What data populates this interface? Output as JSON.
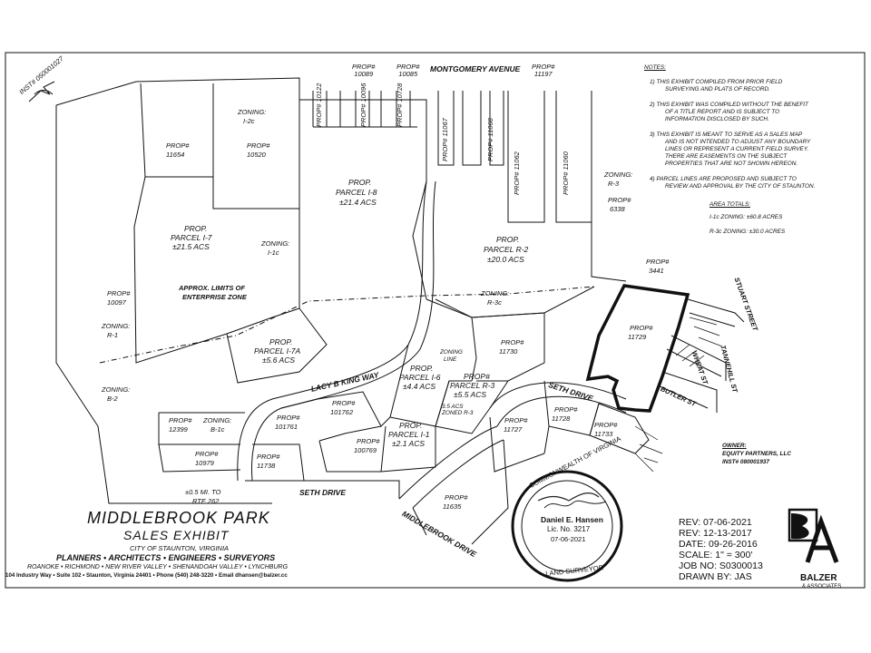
{
  "title": {
    "line1": "MIDDLEBROOK PARK",
    "line2": "SALES EXHIBIT",
    "city": "CITY OF STAUNTON, VIRGINIA"
  },
  "firm": {
    "services": "PLANNERS • ARCHITECTS • ENGINEERS • SURVEYORS",
    "offices": "ROANOKE • RICHMOND • NEW RIVER VALLEY • SHENANDOAH VALLEY • LYNCHBURG",
    "address": "104 Industry Way • Suite 102 • Staunton, Virginia 24401 • Phone (540) 248-3220 • Email dhansen@balzer.cc",
    "logo_word": "BALZER",
    "logo_sub": "& ASSOCIATES"
  },
  "revisions": {
    "rev1": "REV: 07-06-2021",
    "rev2": "REV: 12-13-2017",
    "date": "DATE: 09-26-2016",
    "scale": "SCALE: 1\" = 300'",
    "job": "JOB NO: S0300013",
    "drawn": "DRAWN BY: JAS"
  },
  "seal": {
    "top": "COMMONWEALTH OF VIRGINIA",
    "name": "Daniel E. Hansen",
    "lic": "Lic. No. 3217",
    "date": "07-06-2021",
    "bottom": "LAND SURVEYOR"
  },
  "owner": {
    "heading": "OWNER:",
    "name": "EQUITY PARTNERS, LLC",
    "inst": "INST# 080001937"
  },
  "notes": {
    "heading": "NOTES:",
    "n1a": "1)  THIS EXHIBIT COMPILED FROM PRIOR FIELD",
    "n1b": "SURVEYING AND PLATS OF RECORD.",
    "n2a": "2)  THIS EXHIBIT WAS COMPILED WITHOUT THE BENEFIT",
    "n2b": "OF A TITLE REPORT AND IS SUBJECT TO",
    "n2c": "INFORMATION DISCLOSED BY SUCH.",
    "n3a": "3)  THIS EXHIBIT IS MEANT TO SERVE AS A SALES MAP",
    "n3b": "AND IS NOT INTENDED TO ADJUST ANY BOUNDARY",
    "n3c": "LINES OR REPRESENT A CURRENT FIELD SURVEY.",
    "n3d": "THERE ARE EASEMENTS ON THE SUBJECT",
    "n3e": "PROPERTIES THAT ARE NOT SHOWN HEREON.",
    "n4a": "4)  PARCEL LINES ARE PROPOSED AND SUBJECT TO",
    "n4b": "REVIEW AND APPROVAL BY THE CITY OF STAUNTON.",
    "area_heading": "AREA TOTALS:",
    "area1": "I-1c ZONING: ±60.8 ACRES",
    "area2": "R-3c ZONING: ±30.0 ACRES"
  },
  "roads": {
    "montgomery": "MONTGOMERY AVENUE",
    "lacy": "LACY B KING WAY",
    "seth_bottom": "SETH DRIVE",
    "seth_right": "SETH DRIVE",
    "middlebrook": "MIDDLEBROOK DRIVE",
    "stuart": "STUART STREET",
    "butler": "BUTLER ST",
    "wheat": "WHEAT ST",
    "tannehill": "TANNEHILL ST",
    "rte_a": "±0.5 MI. TO",
    "rte_b": "RTE 262"
  },
  "labels": {
    "inst": "INST# 050001027",
    "p10089": "PROP#\n10089",
    "p10085": "PROP#\n10085",
    "p11197": "PROP#\n11197",
    "p10122": "PROP# 10122",
    "p10096": "PROP# 10096",
    "p10728": "PROP# 10728",
    "p11067": "PROP# 11067",
    "p11068": "PROP# 11068",
    "p11062": "PROP# 11062",
    "p11060": "PROP# 11060",
    "zone_12c_a": "ZONING:",
    "zone_12c_b": "I-2c",
    "p10520_a": "PROP#",
    "p10520_b": "10520",
    "p11654_a": "PROP#",
    "p11654_b": "11654",
    "p18_a": "PROP.",
    "p18_b": "PARCEL I-8",
    "p18_c": "±21.4 ACS",
    "p17_a": "PROP.",
    "p17_b": "PARCEL I-7",
    "p17_c": "±21.5 ACS",
    "zone_11c_a": "ZONING:",
    "zone_11c_b": "I-1c",
    "enterprise_a": "APPROX. LIMITS OF",
    "enterprise_b": "ENTERPRISE ZONE",
    "p10097_a": "PROP#",
    "p10097_b": "10097",
    "zone_r1_a": "ZONING:",
    "zone_r1_b": "R-1",
    "zone_b2_a": "ZONING:",
    "zone_b2_b": "B-2",
    "p17a_a": "PROP.",
    "p17a_b": "PARCEL I-7A",
    "p17a_c": "±5.6 ACS",
    "pr2_a": "PROP.",
    "pr2_b": "PARCEL R-2",
    "pr2_c": "±20.0 ACS",
    "zone_r3c_a": "ZONING:",
    "zone_r3c_b": "R-3c",
    "zone_r3_a": "ZONING:",
    "zone_r3_b": "R-3",
    "p6338_a": "PROP#",
    "p6338_b": "6338",
    "p3441_a": "PROP#",
    "p3441_b": "3441",
    "p11729_a": "PROP#",
    "p11729_b": "11729",
    "p11730_a": "PROP#",
    "p11730_b": "11730",
    "zoning_line_a": "ZONING",
    "zoning_line_b": "LINE",
    "p16_a": "PROP.",
    "p16_b": "PARCEL I-6",
    "p16_c": "±4.4 ACS",
    "pr3_a": "PROP#",
    "pr3_b": "PARCEL R-3",
    "pr3_c": "±5.5 ACS",
    "pr3_d": "3.5 ACS",
    "pr3_e": "ZONED R-3",
    "p11728_a": "PROP#",
    "p11728_b": "11728",
    "p11727_a": "PROP#",
    "p11727_b": "11727",
    "p11733_a": "PROP#",
    "p11733_b": "11733",
    "p101762_a": "PROP#",
    "p101762_b": "101762",
    "p101761_a": "PROP#",
    "p101761_b": "101761",
    "p11_a": "PROP.",
    "p11_b": "PARCEL I-1",
    "p11_c": "±2.1 ACS",
    "p100769_a": "PROP#",
    "p100769_b": "100769",
    "p12399_a": "PROP#",
    "p12399_b": "12399",
    "zone_b1c_a": "ZONING:",
    "zone_b1c_b": "B-1c",
    "p10979_a": "PROP#",
    "p10979_b": "10979",
    "p11738_a": "PROP#",
    "p11738_b": "11738",
    "p11635_a": "PROP#",
    "p11635_b": "11635"
  }
}
